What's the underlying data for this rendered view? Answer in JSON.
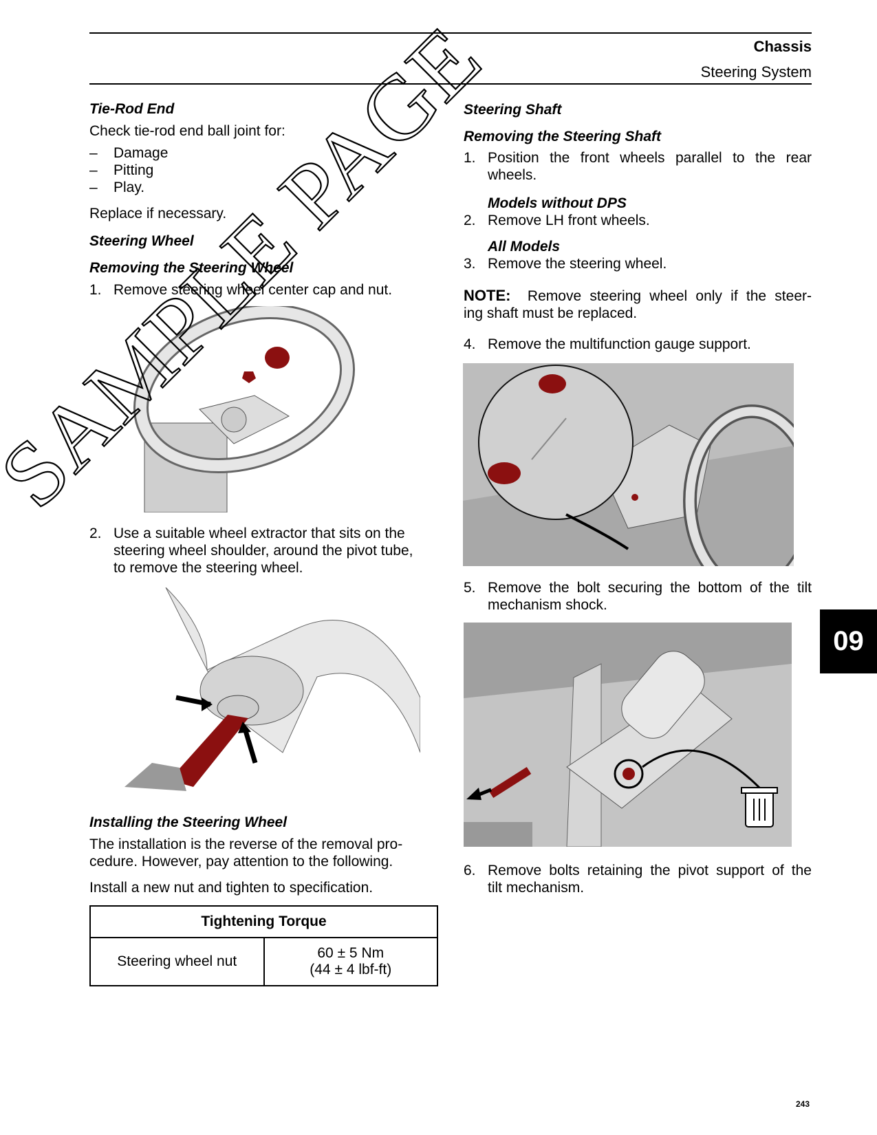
{
  "header": {
    "chapter": "Chassis",
    "section": "Steering System"
  },
  "left": {
    "tie_rod": {
      "heading": "Tie-Rod End",
      "intro": "Check tie-rod end ball joint for:",
      "items": [
        "Damage",
        "Pitting",
        "Play."
      ],
      "dash": "–",
      "replace": "Replace if necessary."
    },
    "steering_wheel": {
      "heading": "Steering Wheel",
      "removing_heading": "Removing the Steering Wheel",
      "step1": {
        "n": "1.",
        "text": "Remove steering wheel center cap and nut."
      },
      "step2": {
        "n": "2.",
        "lines": [
          "Use a suitable wheel extractor that sits on the",
          "steering wheel shoulder, around the pivot tube,",
          "to remove the steering wheel."
        ]
      }
    },
    "installing": {
      "heading": "Installing the Steering Wheel",
      "lines": [
        "The installation is the reverse of the removal pro-",
        "cedure. However, pay attention to the following."
      ],
      "install_nut": "Install a new nut and tighten to specification."
    },
    "torque_table": {
      "title": "Tightening Torque",
      "item": "Steering wheel nut",
      "value_metric": "60 ± 5 Nm",
      "value_imperial": "(44 ± 4 lbf-ft)"
    }
  },
  "right": {
    "heading": "Steering Shaft",
    "removing_heading": "Removing the Steering Shaft",
    "step1": {
      "n": "1.",
      "lines": [
        "Position the front wheels parallel to the rear",
        "wheels."
      ]
    },
    "models_without_dps": "Models without DPS",
    "step2": {
      "n": "2.",
      "text": "Remove LH front wheels."
    },
    "all_models": "All Models",
    "step3": {
      "n": "3.",
      "text": "Remove the steering wheel."
    },
    "note": {
      "label": "NOTE:",
      "lines": [
        "Remove steering wheel only if the steer-",
        "ing shaft must be replaced."
      ]
    },
    "step4": {
      "n": "4.",
      "text": "Remove the multifunction gauge support."
    },
    "step5": {
      "n": "5.",
      "lines": [
        "Remove the bolt securing the bottom of the tilt",
        "mechanism shock."
      ]
    },
    "step6": {
      "n": "6.",
      "lines": [
        "Remove bolts retaining the pivot support of the",
        "tilt mechanism."
      ]
    }
  },
  "chapter_tab": "09",
  "page_number": "243",
  "watermark": "SAMPLE PAGE",
  "colors": {
    "part_red": "#8b1010",
    "tab_bg": "#000000"
  }
}
